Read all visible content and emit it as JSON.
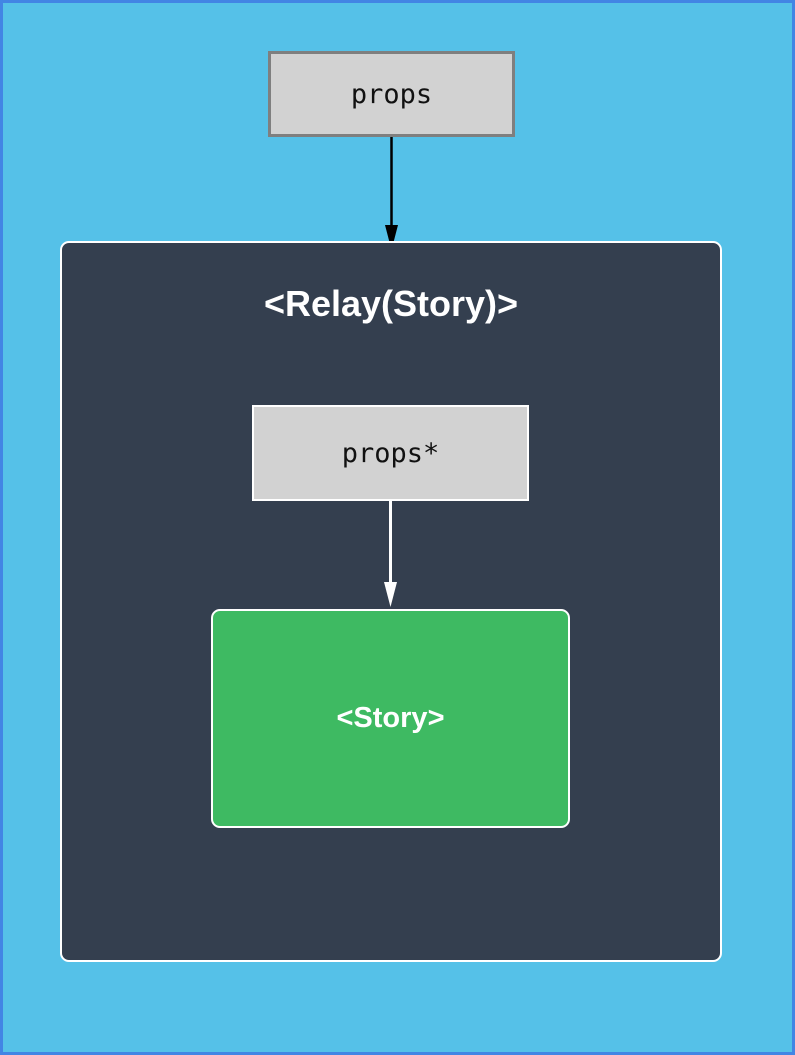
{
  "diagram": {
    "outer_props": {
      "label": "props"
    },
    "relay_container": {
      "title": "<Relay(Story)>",
      "inner_props": {
        "label": "props*"
      },
      "story": {
        "label": "<Story>"
      }
    },
    "arrows": [
      {
        "name": "props-to-relay",
        "color": "#000000",
        "direction": "down"
      },
      {
        "name": "props-star-to-story",
        "color": "#FFFFFF",
        "direction": "down"
      }
    ],
    "colors": {
      "background": "#55C1E8",
      "frame_border": "#4285E4",
      "container_background": "#343F4F",
      "box_fill": "#D2D2D2",
      "box_border_gray": "#7F7F7F",
      "box_border_white": "#FFFFFF",
      "story_green": "#3EBA62",
      "title_text": "#FFFFFF",
      "mono_text": "#111111"
    }
  }
}
